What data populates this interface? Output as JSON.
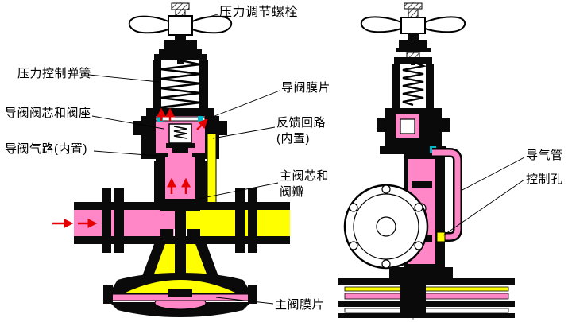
{
  "labels": {
    "adjust_bolt": "压力调节螺栓",
    "control_spring": "压力控制弹簧",
    "pilot_core_seat": "导阀阀芯和阀座",
    "pilot_gas_path": "导阀气路(内置)",
    "pilot_diaphragm": "导阀膜片",
    "feedback_loop": "反馈回路\n(内置)",
    "main_core": "主阀芯和\n阀瓣",
    "main_diaphragm": "主阀膜片",
    "air_tube": "导气管",
    "control_hole": "控制孔"
  },
  "colors": {
    "pink": "#ff87c7",
    "yellow": "#ffff00",
    "cyan": "#00b8c8",
    "red": "#e60000",
    "metal": "#0a0a0a"
  }
}
